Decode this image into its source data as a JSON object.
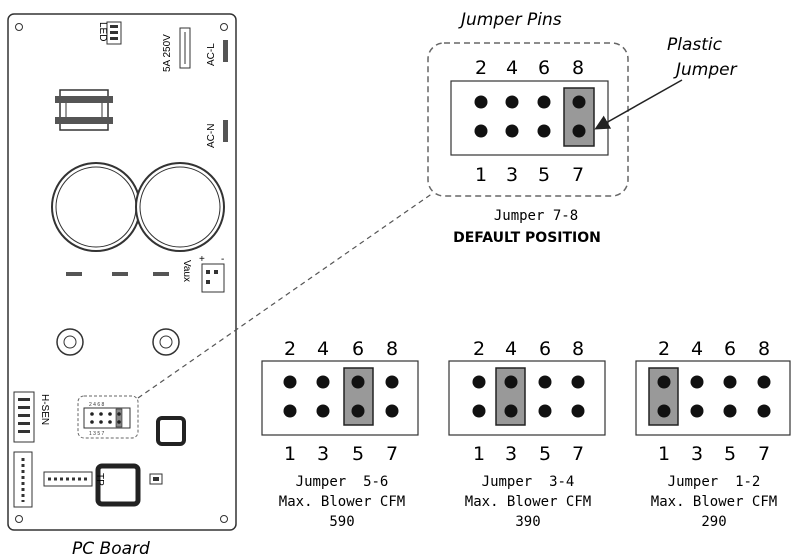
{
  "pc_board": {
    "caption": "PC Board",
    "labels": {
      "led": "LED",
      "fuse": "5A 250V",
      "ac_l": "AC-L",
      "ac_n": "AC-N",
      "vaux": "Vaux",
      "plus": "+",
      "minus": "-",
      "h_sen": "H-SEN",
      "tp": "TP"
    }
  },
  "detail": {
    "title": "Jumper Pins",
    "callout": [
      "Plastic",
      "Jumper"
    ],
    "caption": "Jumper 7-8",
    "subcaption": "DEFAULT POSITION"
  },
  "pin_numbers": {
    "top": [
      "2",
      "4",
      "6",
      "8"
    ],
    "bottom": [
      "1",
      "3",
      "5",
      "7"
    ]
  },
  "options": [
    {
      "jumper": "Jumper  5-6",
      "label": "Max. Blower CFM",
      "value": "590"
    },
    {
      "jumper": "Jumper  3-4",
      "label": "Max. Blower CFM",
      "value": "390"
    },
    {
      "jumper": "Jumper  1-2",
      "label": "Max. Blower CFM",
      "value": "290"
    }
  ]
}
